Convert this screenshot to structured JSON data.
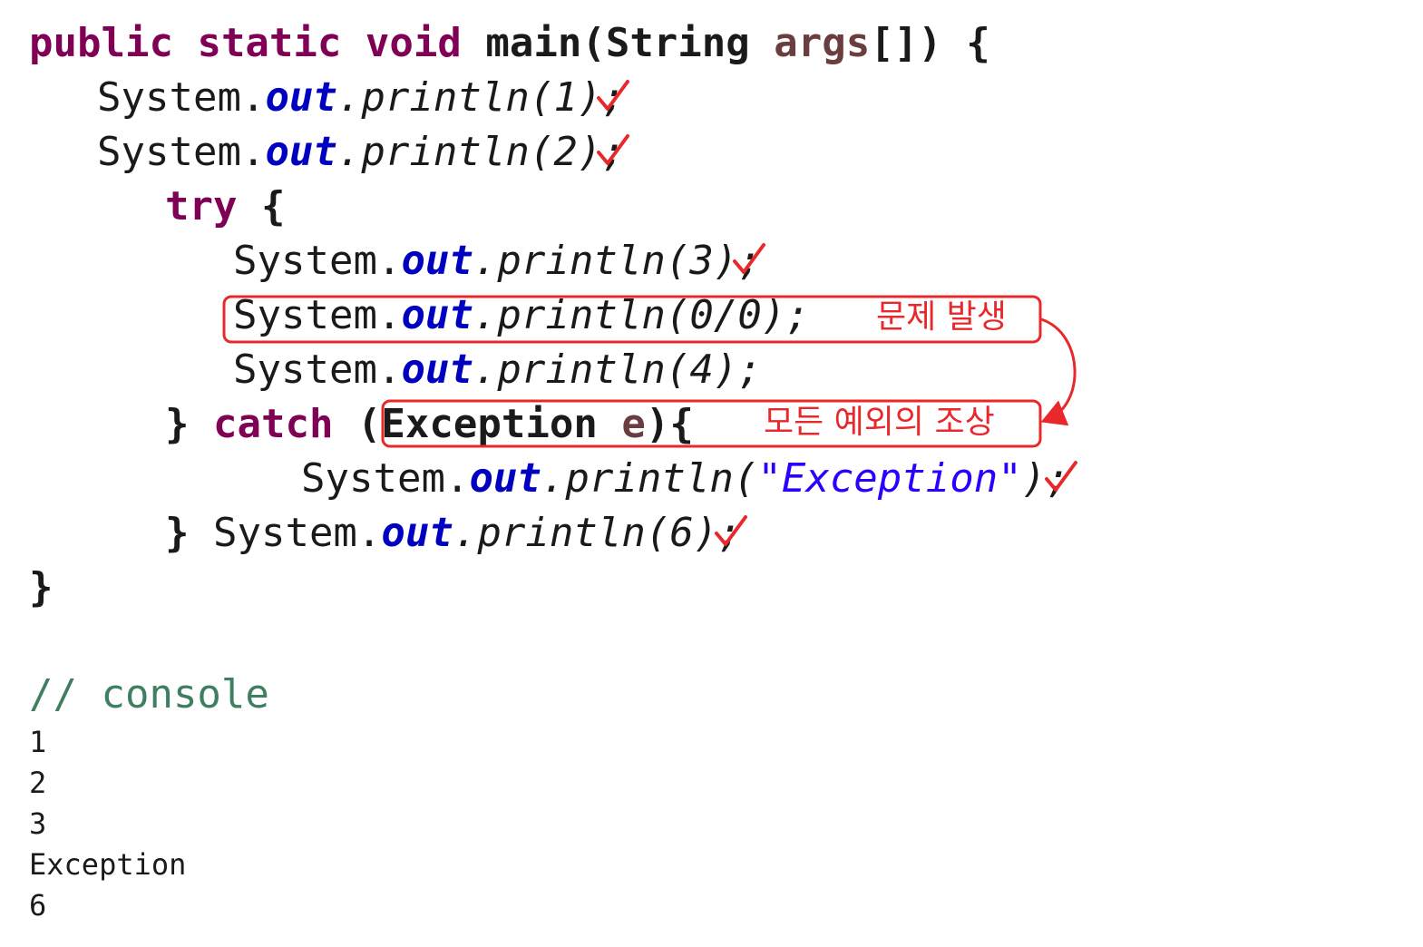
{
  "code": {
    "line1": {
      "kw1": "public",
      "kw2": "static",
      "kw3": "void",
      "method": "main(String",
      "param": "args",
      "tail": "[]) {"
    },
    "line2": {
      "cls": "System.",
      "field": "out",
      "call": ".println(1",
      "end": ");"
    },
    "line3": {
      "cls": "System.",
      "field": "out",
      "call": ".println(2",
      "end": ");"
    },
    "line4": {
      "kw": "try",
      "tail": " {"
    },
    "line5": {
      "cls": "System.",
      "field": "out",
      "call": ".println(3",
      "end": ");"
    },
    "line6": {
      "cls": "System.",
      "field": "out",
      "call": ".println(0/0);"
    },
    "line7": {
      "cls": "System.",
      "field": "out",
      "call": ".println(4);"
    },
    "line8": {
      "brace": "} ",
      "kw": "catch",
      "paren": " (",
      "type": "Exception",
      "param": "e",
      "tail": "){"
    },
    "line9": {
      "cls": "System.",
      "field": "out",
      "call": ".println(",
      "str": "\"Exception\"",
      "end": ");"
    },
    "line10": {
      "brace": "} ",
      "cls": "System.",
      "field": "out",
      "call": ".println(6",
      "end": ");"
    },
    "line11": {
      "brace": "}"
    }
  },
  "annotations": {
    "problem": "문제 발생",
    "ancestor": "모든 예외의 조상",
    "accent_color": "#e8282b"
  },
  "console": {
    "header": "// console",
    "lines": [
      "1",
      "2",
      "3",
      "Exception",
      "6"
    ]
  }
}
